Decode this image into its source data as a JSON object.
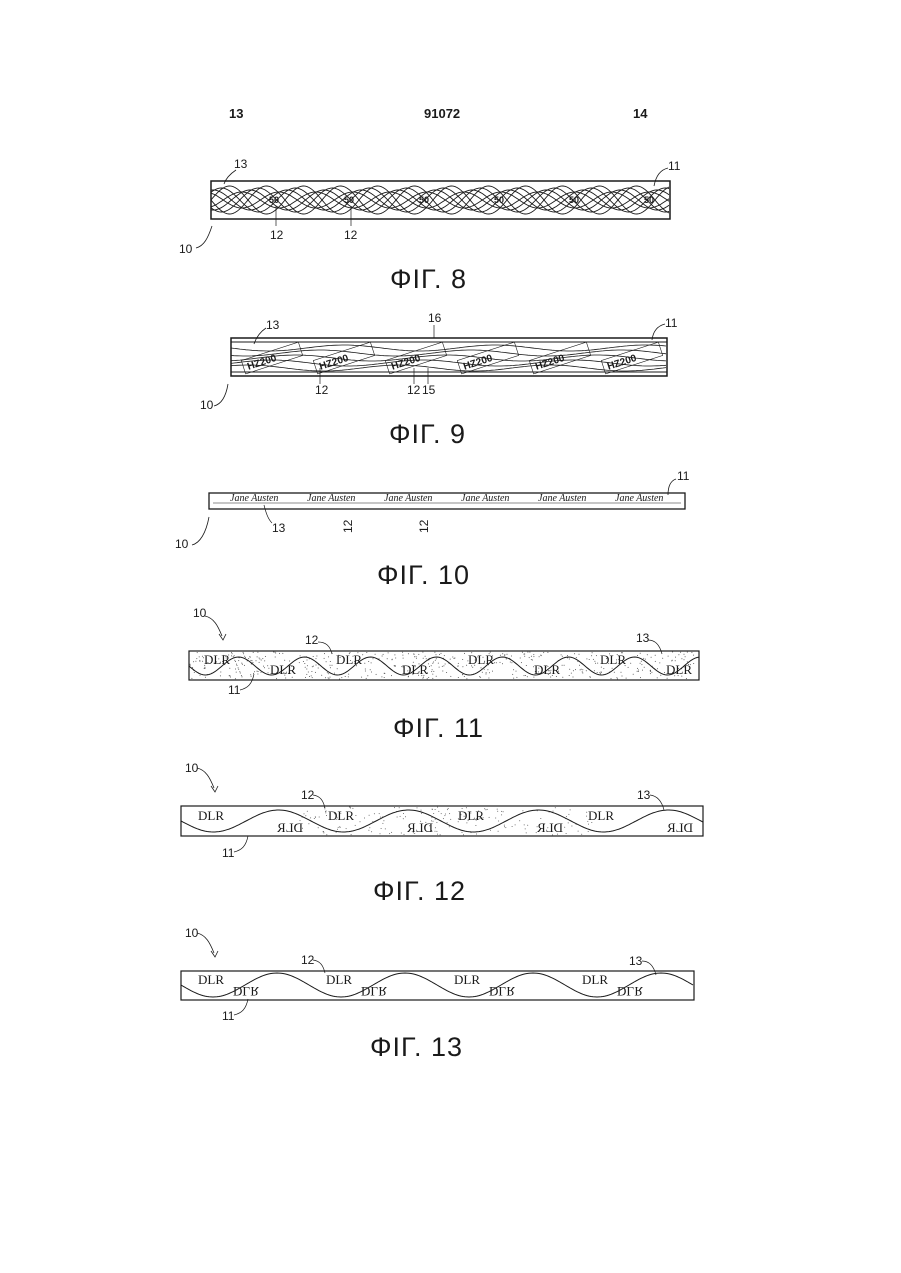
{
  "header": {
    "page_left": "13",
    "doc_number": "91072",
    "page_right": "14"
  },
  "figures": [
    {
      "caption": "ΦΙΓ. 8",
      "refs": [
        "13",
        "11",
        "12",
        "12",
        "10"
      ],
      "pattern_text": "50"
    },
    {
      "caption": "ΦΙΓ. 9",
      "refs": [
        "13",
        "16",
        "11",
        "12",
        "12",
        "15",
        "10"
      ],
      "pattern_text": "HZ200"
    },
    {
      "caption": "ΦΙΓ. 10",
      "refs": [
        "11",
        "13",
        "12",
        "12",
        "10"
      ],
      "pattern_text": "Jane Austen"
    },
    {
      "caption": "ΦΙΓ. 11",
      "refs": [
        "10",
        "12",
        "13",
        "11"
      ],
      "pattern_text": "DLR"
    },
    {
      "caption": "ΦΙΓ. 12",
      "refs": [
        "10",
        "12",
        "13",
        "11"
      ],
      "pattern_text": "DLR"
    },
    {
      "caption": "ΦΙΓ. 13",
      "refs": [
        "10",
        "12",
        "13",
        "11"
      ],
      "pattern_text": "DLR"
    }
  ]
}
